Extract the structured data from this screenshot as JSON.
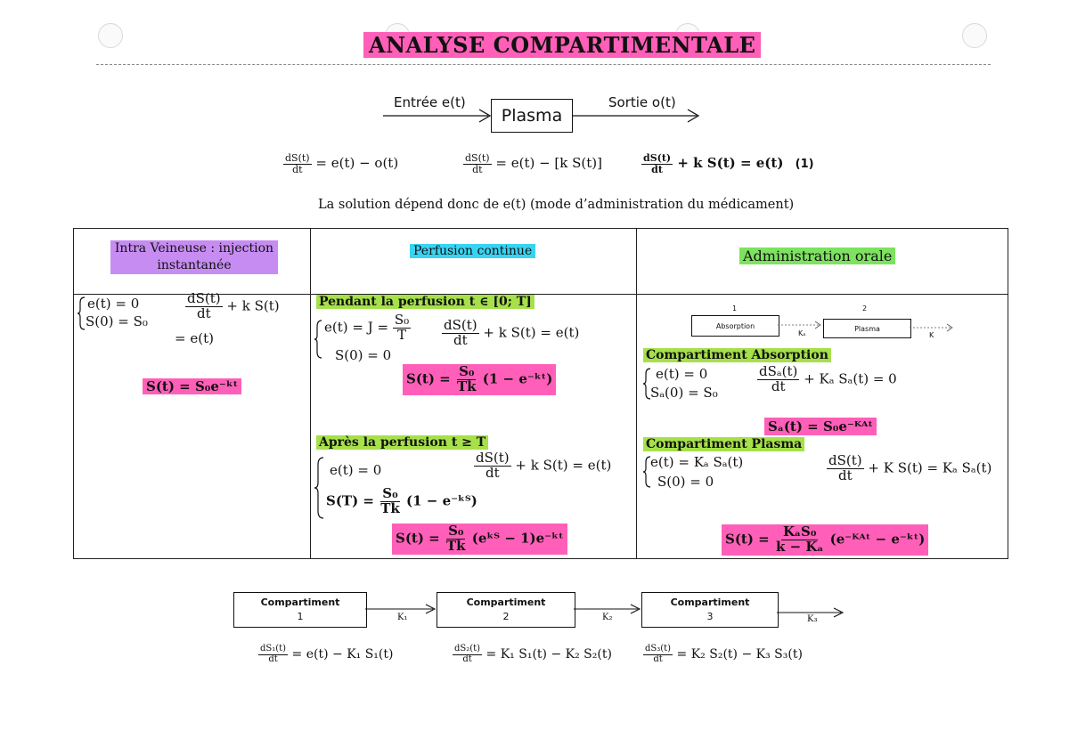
{
  "title": "ANALYSE COMPARTIMENTALE",
  "top_diagram": {
    "input_label": "Entrée e(t)",
    "box_label": "Plasma",
    "output_label": "Sortie o(t)"
  },
  "top_equations": {
    "eq1_lhs_num": "dS(t)",
    "eq1_lhs_den": "dt",
    "eq1_rhs": "= e(t) − o(t)",
    "eq2_lhs_num": "dS(t)",
    "eq2_lhs_den": "dt",
    "eq2_rhs": "= e(t) − [k S(t)]",
    "eq3_lhs_num": "dS(t)",
    "eq3_lhs_den": "dt",
    "eq3_rhs": "+ k S(t) = e(t)",
    "eq3_tag": "(1)"
  },
  "solution_note": "La solution dépend donc de e(t) (mode d’administration du médicament)",
  "table": {
    "col1_header": "Intra Veineuse : injection instantanée",
    "col2_header": "Perfusion continue",
    "col3_header": "Administration orale",
    "col1": {
      "sys_line1": "e(t) = 0",
      "sys_line2": "S(0) = S₀",
      "ode_num": "dS(t)",
      "ode_den": "dt",
      "ode_rhs": "+ k S(t)",
      "ode_line2": "= e(t)",
      "solution": "S(t) = S₀e⁻ᵏᵗ"
    },
    "col2": {
      "during_title": "Pendant la perfusion t ∈ [0; T]",
      "during_sys1_lhs": "e(t) = J =",
      "during_sys1_num": "S₀",
      "during_sys1_den": "T",
      "during_sys2": "S(0) = 0",
      "during_ode_num": "dS(t)",
      "during_ode_den": "dt",
      "during_ode_rhs": "+ k S(t) = e(t)",
      "during_solution_lhs": "S(t) =",
      "during_solution_num": "S₀",
      "during_solution_den": "Tk",
      "during_solution_rhs": "(1 − e⁻ᵏᵗ)",
      "after_title": "Après la perfusion t ≥ T",
      "after_sys1": "e(t) = 0",
      "after_ode_num": "dS(t)",
      "after_ode_den": "dt",
      "after_ode_rhs": "+ k S(t) = e(t)",
      "after_sys2_lhs": "S(T) =",
      "after_sys2_num": "S₀",
      "after_sys2_den": "Tk",
      "after_sys2_rhs": "(1 − e⁻ᵏᵀ)",
      "after_solution_lhs": "S(t) =",
      "after_solution_num": "S₀",
      "after_solution_den": "Tk",
      "after_solution_rhs": "(eᵏᵀ − 1)e⁻ᵏᵗ"
    },
    "col3": {
      "diagram_num1": "1",
      "diagram_box1": "Absorption",
      "diagram_k1": "Kₐ",
      "diagram_num2": "2",
      "diagram_box2": "Plasma",
      "diagram_k2": "K",
      "absorption_title": "Compartiment Absorption",
      "abs_sys1": "e(t) = 0",
      "abs_sys2": "Sₐ(0) = S₀",
      "abs_ode_num": "dSₐ(t)",
      "abs_ode_den": "dt",
      "abs_ode_rhs": "+ Kₐ Sₐ(t) = 0",
      "abs_solution": "Sₐ(t) = S₀e⁻ᴷᴬᵗ",
      "plasma_title": "Compartiment Plasma",
      "pl_sys1": "e(t) = Kₐ Sₐ(t)",
      "pl_sys2": "S(0) = 0",
      "pl_ode_num": "dS(t)",
      "pl_ode_den": "dt",
      "pl_ode_rhs": "+ K S(t) = Kₐ Sₐ(t)",
      "pl_solution_lhs": "S(t) =",
      "pl_solution_num": "KₐS₀",
      "pl_solution_den": "k − Kₐ",
      "pl_solution_rhs": "(e⁻ᴷᴬᵗ − e⁻ᵏᵗ)"
    }
  },
  "bottom_chain": {
    "box1_line1": "Compartiment",
    "box1_line2": "1",
    "k1": "K₁",
    "box2_line1": "Compartiment",
    "box2_line2": "2",
    "k2": "K₂",
    "box3_line1": "Compartiment",
    "box3_line2": "3",
    "k3": "K₃",
    "eq1_num": "dS₁(t)",
    "eq1_den": "dt",
    "eq1_rhs": "= e(t) − K₁ S₁(t)",
    "eq2_num": "dS₂(t)",
    "eq2_den": "dt",
    "eq2_rhs": "= K₁ S₁(t) − K₂ S₂(t)",
    "eq3_num": "dS₃(t)",
    "eq3_den": "dt",
    "eq3_rhs": "= K₂ S₂(t) − K₃ S₃(t)"
  }
}
